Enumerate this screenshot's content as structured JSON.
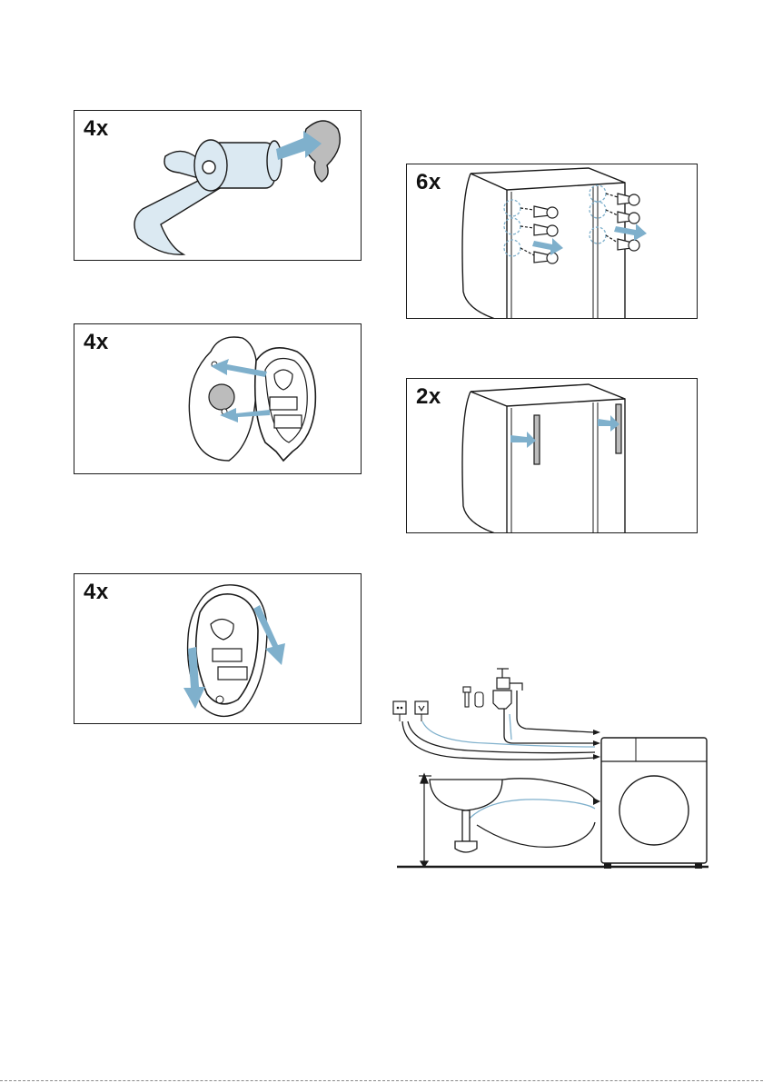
{
  "page": {
    "colors": {
      "accent": "#7fb0cc",
      "accent_light": "#dbe9f2",
      "line": "#1a1a1a",
      "gray": "#bcbcbc"
    }
  },
  "panels": [
    {
      "id": "transport-bolts",
      "count": "4x",
      "icons": [
        "bolt-removal-icon",
        "arrow-icon"
      ]
    },
    {
      "id": "cover-cap-insert",
      "count": "4x",
      "icons": [
        "cover-cap-icon",
        "arrow-icon"
      ]
    },
    {
      "id": "cover-cap-slide",
      "count": "4x",
      "icons": [
        "cover-cap-icon",
        "arrow-icon"
      ]
    },
    {
      "id": "rear-screws",
      "count": "6x",
      "icons": [
        "screw-icon",
        "arrow-icon"
      ]
    },
    {
      "id": "bracket-fit",
      "count": "2x",
      "icons": [
        "bracket-icon",
        "arrow-icon"
      ]
    }
  ],
  "install": {
    "icons": [
      "socket-icon",
      "tap-icon",
      "sink-icon",
      "washing-machine-icon",
      "height-arrow-icon"
    ]
  }
}
